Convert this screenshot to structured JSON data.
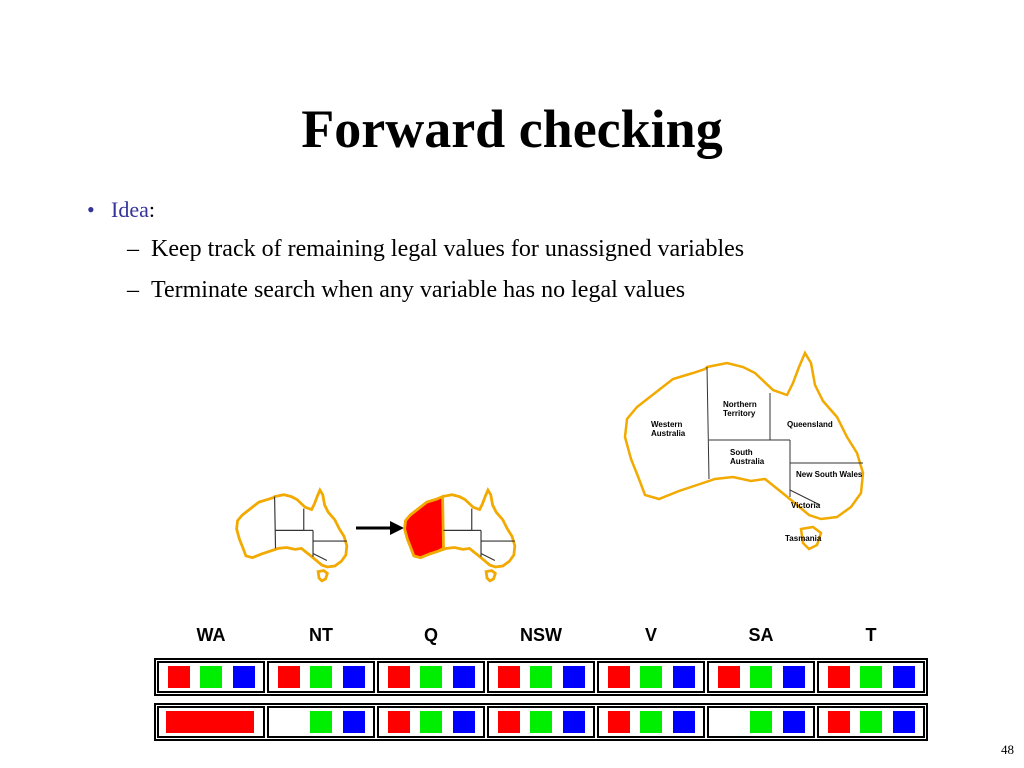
{
  "title": "Forward checking",
  "bullet": {
    "label": "Idea",
    "suffix": ":"
  },
  "subbullets": [
    "Keep track of remaining legal values for unassigned variables",
    "Terminate search when any variable has no legal values"
  ],
  "map_labels": {
    "wa": [
      "Western",
      "Australia"
    ],
    "nt": [
      "Northern",
      "Territory"
    ],
    "q": "Queensland",
    "sa": [
      "South",
      "Australia"
    ],
    "nsw": "New South Wales",
    "v": "Victoria",
    "t": "Tasmania"
  },
  "variables": [
    "WA",
    "NT",
    "Q",
    "NSW",
    "V",
    "SA",
    "T"
  ],
  "domain_rows": [
    [
      [
        "red",
        "green",
        "blue"
      ],
      [
        "red",
        "green",
        "blue"
      ],
      [
        "red",
        "green",
        "blue"
      ],
      [
        "red",
        "green",
        "blue"
      ],
      [
        "red",
        "green",
        "blue"
      ],
      [
        "red",
        "green",
        "blue"
      ],
      [
        "red",
        "green",
        "blue"
      ]
    ],
    [
      [
        "assigned-red"
      ],
      [
        "green",
        "blue"
      ],
      [
        "red",
        "green",
        "blue"
      ],
      [
        "red",
        "green",
        "blue"
      ],
      [
        "red",
        "green",
        "blue"
      ],
      [
        "green",
        "blue"
      ],
      [
        "red",
        "green",
        "blue"
      ]
    ]
  ],
  "colors": {
    "red": "#ff0000",
    "green": "#00ee00",
    "blue": "#0000ff",
    "map_outline": "#f2a900",
    "bullet": "#333399"
  },
  "page_number": "48"
}
